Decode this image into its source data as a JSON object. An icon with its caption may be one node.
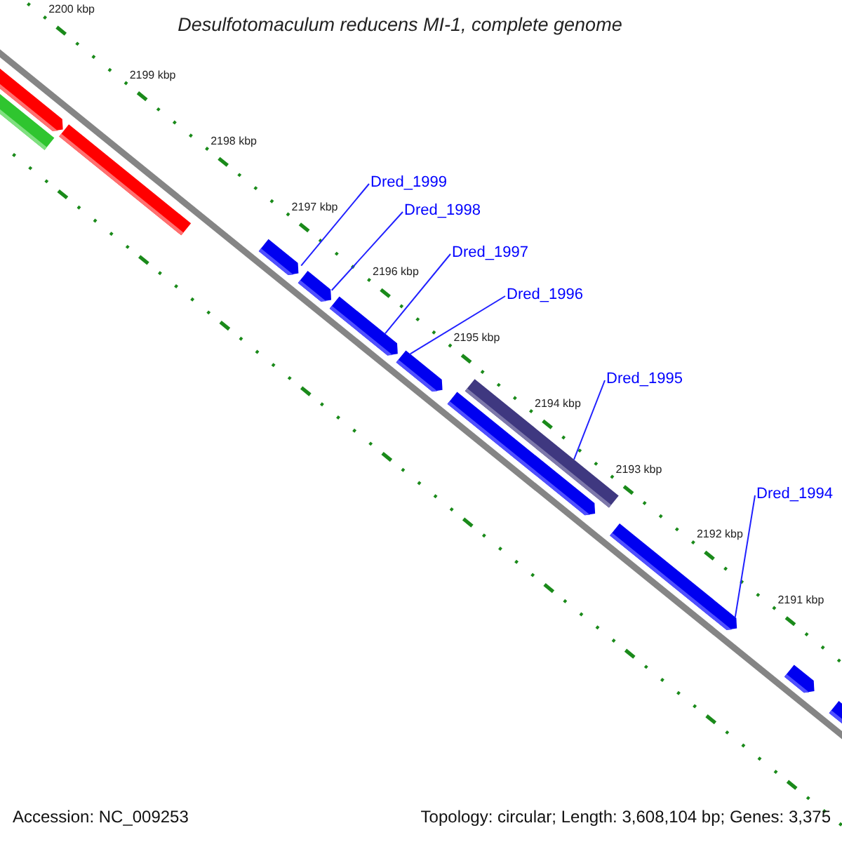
{
  "diagram": {
    "title": "Desulfotomaculum reducens MI-1, complete genome",
    "nodes": [
      {
        "text": [
          "Dred_1999"
        ]
      },
      {
        "text": [
          "Dred_1998"
        ]
      },
      {
        "text": [
          "Dred_1997"
        ]
      },
      {
        "text": [
          "Dred_1996"
        ]
      },
      {
        "text": [
          "Dred_1995"
        ]
      },
      {
        "text": [
          "Dred_1994"
        ]
      },
      {
        "text": [],
        "shape": "arrow"
      },
      {
        "text": [],
        "shape": "bar"
      },
      {
        "text": [],
        "shape": "bar"
      },
      {
        "text": [],
        "shape": "arrow"
      },
      {
        "text": [],
        "shape": "arrow"
      },
      {
        "text": [],
        "shape": "arrow"
      },
      {
        "text": [],
        "shape": "arrow"
      },
      {
        "text": [],
        "shape": "arrow"
      },
      {
        "text": [],
        "shape": "bar"
      },
      {
        "text": [],
        "shape": "arrow"
      },
      {
        "text": [],
        "shape": "arrow"
      },
      {
        "text": [],
        "shape": "arrow"
      }
    ],
    "edges": [
      {
        "from": 0,
        "to": 9,
        "arrow": "none"
      },
      {
        "from": 1,
        "to": 10,
        "arrow": "none"
      },
      {
        "from": 2,
        "to": 11,
        "arrow": "none"
      },
      {
        "from": 3,
        "to": 12,
        "arrow": "none"
      },
      {
        "from": 4,
        "to": 14,
        "arrow": "none"
      },
      {
        "from": 5,
        "to": 15,
        "arrow": "none"
      }
    ],
    "labels": [
      "2200 kbp",
      "2199 kbp",
      "2198 kbp",
      "2197 kbp",
      "2196 kbp",
      "2195 kbp",
      "2194 kbp",
      "2193 kbp",
      "2192 kbp",
      "2191 kbp",
      "Accession: NC_009253",
      "Topology: circular; Length: 3,608,104 bp; Genes: 3,375"
    ]
  }
}
